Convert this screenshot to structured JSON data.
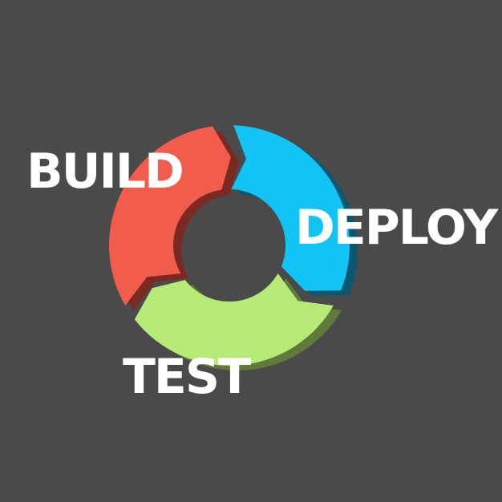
{
  "diagram": {
    "stages": [
      {
        "label": "BUILD",
        "color": "#f25c4c",
        "shadow": "#7a2a22"
      },
      {
        "label": "DEPLOY",
        "color": "#12c4f5",
        "shadow": "#0b5670"
      },
      {
        "label": "TEST",
        "color": "#b8ea78",
        "shadow": "#5f7a3a"
      }
    ],
    "background": "#4a4a4a"
  }
}
